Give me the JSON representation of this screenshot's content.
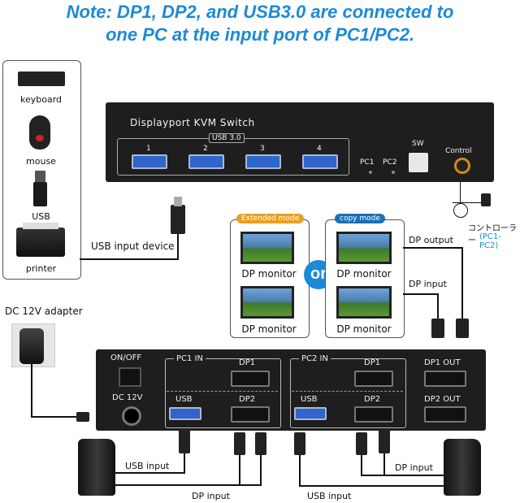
{
  "note": {
    "line1": "Note: DP1, DP2, and USB3.0 are connected to",
    "line2": "one PC at the input port of PC1/PC2."
  },
  "devices": {
    "keyboard": "keyboard",
    "mouse": "mouse",
    "usb": "USB",
    "printer": "printer",
    "usb_input_device": "USB input device"
  },
  "switch_top": {
    "title": "Displayport KVM Switch",
    "usb_label": "USB 3.0",
    "ports": [
      "1",
      "2",
      "3",
      "4"
    ],
    "pc1": "PC1",
    "pc2": "PC2",
    "sw": "SW",
    "control": "Control"
  },
  "controller": {
    "label_jp": "コントローラー",
    "label_sub": "(PC1-PC2)"
  },
  "modes": {
    "extended": "Extended mode",
    "copy": "copy mode",
    "or": "or",
    "dp_monitor": "DP monitor",
    "dp_output": "DP output",
    "dp_input": "DP input"
  },
  "adapter": {
    "label": "DC 12V adapter"
  },
  "switch_back": {
    "onoff": "ON/OFF",
    "dc12v": "DC 12V",
    "pc1_in": "PC1 IN",
    "pc2_in": "PC2 IN",
    "dp1": "DP1",
    "dp2": "DP2",
    "usb": "USB",
    "dp1_out": "DP1 OUT",
    "dp2_out": "DP2 OUT"
  },
  "bottom": {
    "usb_input": "USB input",
    "dp_input": "DP input"
  },
  "colors": {
    "accent": "#1c8ad6",
    "extended_pill": "#e9a020",
    "copy_pill": "#1c6fb8",
    "usb_port": "#2f66c8"
  }
}
